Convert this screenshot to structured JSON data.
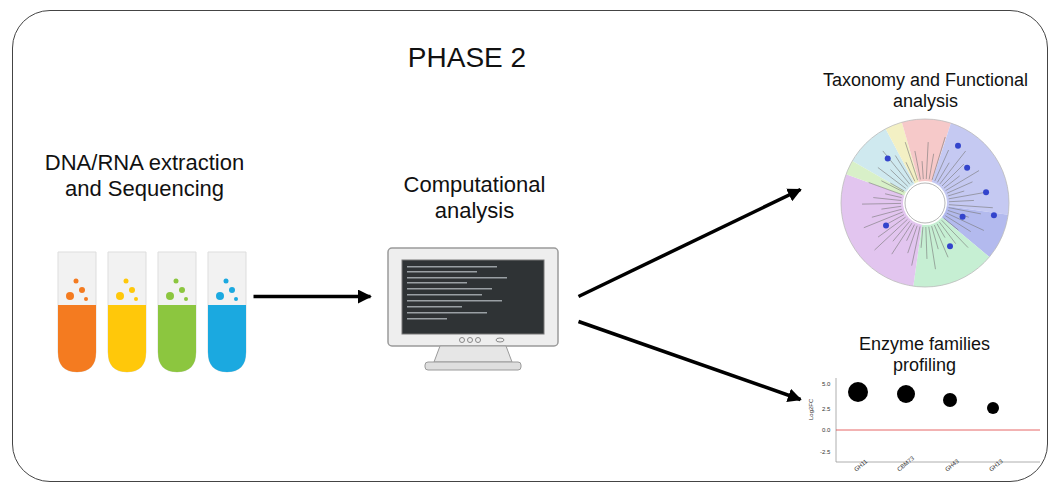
{
  "diagram": {
    "nodes": [
      {
        "text": [
          "PHASE 2"
        ]
      },
      {
        "text": [
          "DNA/RNA extraction and Sequencing"
        ],
        "in": 0
      },
      {
        "text": [
          "Computational analysis"
        ],
        "in": 0
      },
      {
        "text": [
          "Taxonomy and Functional analysis"
        ],
        "in": 0
      },
      {
        "text": [
          "Enzyme families profiling"
        ],
        "in": 0
      }
    ],
    "edges": [
      {
        "from": 1,
        "to": 2,
        "arrow": "to"
      },
      {
        "from": 2,
        "to": 3,
        "arrow": "to"
      },
      {
        "from": 2,
        "to": 4,
        "arrow": "to"
      }
    ],
    "labels": [
      "5.0",
      "2.5",
      "0.0",
      "-2.5",
      "Log2FC",
      "GH11",
      "CBM73",
      "GH43",
      "GH13"
    ]
  }
}
